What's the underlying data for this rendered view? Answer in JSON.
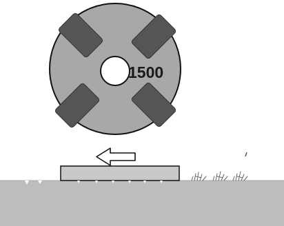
{
  "disc": {
    "grit_label": "1500",
    "pad_count": 4,
    "disc_color": "#a8a8a8",
    "pad_color": "#555555",
    "outline_color": "#111111"
  },
  "floor": {
    "surface_color": "#bdbdbd",
    "slab_color": "#c9c9c9",
    "scratch_marks_visible": 8,
    "debris_tufts_visible": 3
  },
  "motion": {
    "direction": "left",
    "arrow_icon": "arrow-left-icon"
  }
}
